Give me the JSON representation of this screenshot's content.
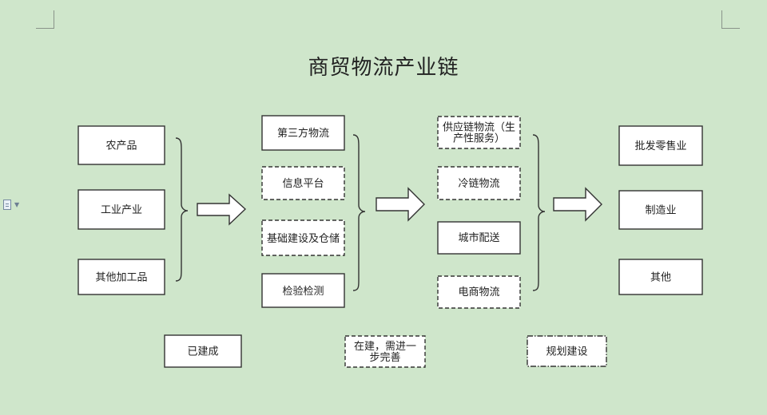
{
  "title": "商贸物流产业链",
  "columns": [
    {
      "items": [
        {
          "text": "农产品",
          "status": "built"
        },
        {
          "text": "工业产业",
          "status": "built"
        },
        {
          "text": "其他加工品",
          "status": "built"
        }
      ]
    },
    {
      "items": [
        {
          "text": "第三方物流",
          "status": "built"
        },
        {
          "text": "信息平台",
          "status": "in-progress"
        },
        {
          "text": "基础建设及仓储",
          "status": "in-progress"
        },
        {
          "text": "检验检测",
          "status": "built"
        }
      ]
    },
    {
      "items": [
        {
          "text": "供应链物流（生产性服务）",
          "status": "in-progress"
        },
        {
          "text": "冷链物流",
          "status": "in-progress"
        },
        {
          "text": "城市配送",
          "status": "built"
        },
        {
          "text": "电商物流",
          "status": "in-progress"
        }
      ]
    },
    {
      "items": [
        {
          "text": "批发零售业",
          "status": "built"
        },
        {
          "text": "制造业",
          "status": "built"
        },
        {
          "text": "其他",
          "status": "built"
        }
      ]
    }
  ],
  "legend": [
    {
      "text": "已建成",
      "status": "built"
    },
    {
      "text": "在建，需进一步完善",
      "status": "in-progress"
    },
    {
      "text": "规划建设",
      "status": "planned"
    }
  ],
  "colors": {
    "background": "#cfe6cb",
    "box_fill": "#ffffff",
    "stroke": "#333333",
    "text": "#222222"
  },
  "icons": {
    "page_side": "document-icon",
    "page_side_menu": "caret-down-icon"
  }
}
